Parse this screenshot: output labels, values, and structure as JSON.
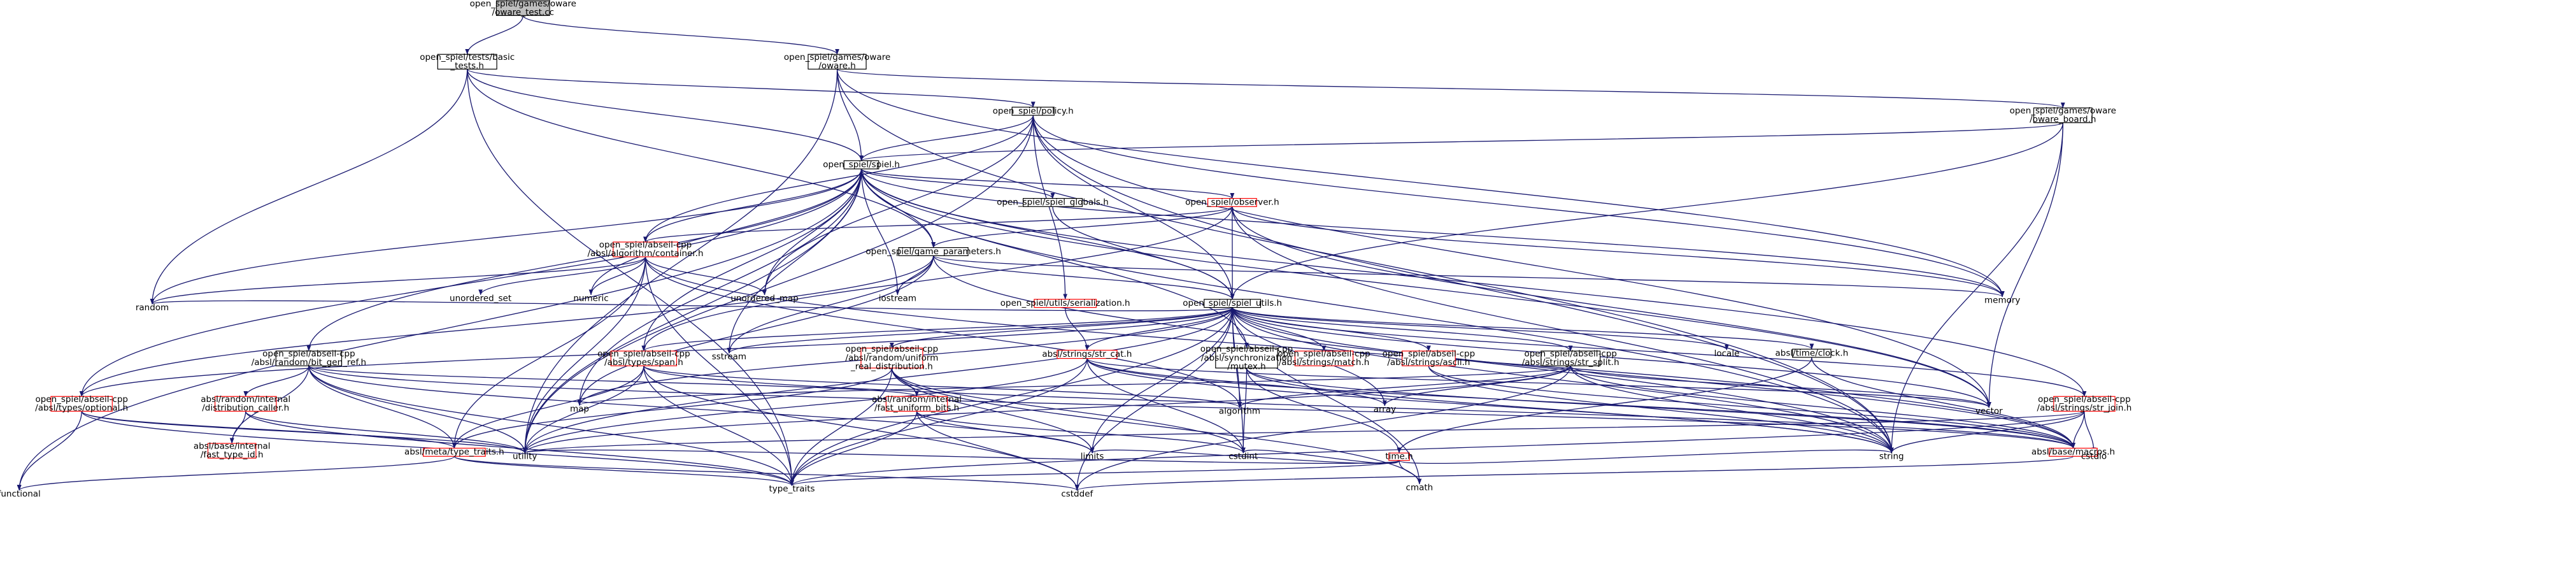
{
  "colors": {
    "edge": "#191970",
    "root_fill": "#bfbfbf",
    "root_border": "#000000",
    "normal_fill": "#ffffff",
    "normal_border": "#000000",
    "missing_border": "#ff0000",
    "plain_text": "#000000"
  },
  "nodes": [
    {
      "id": "root",
      "lines": [
        "open_spiel/games/oware",
        "/oware_test.cc"
      ],
      "kind": "root"
    },
    {
      "id": "basic_tests",
      "lines": [
        "open_spiel/tests/basic",
        "_tests.h"
      ],
      "kind": "normal"
    },
    {
      "id": "oware_h",
      "lines": [
        "open_spiel/games/oware",
        "/oware.h"
      ],
      "kind": "normal"
    },
    {
      "id": "policy",
      "lines": [
        "open_spiel/policy.h"
      ],
      "kind": "normal"
    },
    {
      "id": "oware_board",
      "lines": [
        "open_spiel/games/oware",
        "/oware_board.h"
      ],
      "kind": "normal"
    },
    {
      "id": "spiel",
      "lines": [
        "open_spiel/spiel.h"
      ],
      "kind": "normal"
    },
    {
      "id": "spiel_globals",
      "lines": [
        "open_spiel/spiel_globals.h"
      ],
      "kind": "normal"
    },
    {
      "id": "observer",
      "lines": [
        "open_spiel/observer.h"
      ],
      "kind": "missing"
    },
    {
      "id": "container",
      "lines": [
        "open_spiel/abseil-cpp",
        "/absl/algorithm/container.h"
      ],
      "kind": "missing"
    },
    {
      "id": "game_params",
      "lines": [
        "open_spiel/game_parameters.h"
      ],
      "kind": "normal"
    },
    {
      "id": "serialization",
      "lines": [
        "open_spiel/utils/serialization.h"
      ],
      "kind": "missing"
    },
    {
      "id": "spiel_utils",
      "lines": [
        "open_spiel/spiel_utils.h"
      ],
      "kind": "normal"
    },
    {
      "id": "bit_gen_ref",
      "lines": [
        "open_spiel/abseil-cpp",
        "/absl/random/bit_gen_ref.h"
      ],
      "kind": "normal"
    },
    {
      "id": "span",
      "lines": [
        "open_spiel/abseil-cpp",
        "/absl/types/span.h"
      ],
      "kind": "missing"
    },
    {
      "id": "uniform_real",
      "lines": [
        "open_spiel/abseil-cpp",
        "/absl/random/uniform",
        "_real_distribution.h"
      ],
      "kind": "missing"
    },
    {
      "id": "str_cat",
      "lines": [
        "absl/strings/str_cat.h"
      ],
      "kind": "missing"
    },
    {
      "id": "mutex",
      "lines": [
        "open_spiel/abseil-cpp",
        "/absl/synchronization",
        "/mutex.h"
      ],
      "kind": "normal"
    },
    {
      "id": "str_match",
      "lines": [
        "open_spiel/abseil-cpp",
        "/absl/strings/match.h"
      ],
      "kind": "missing"
    },
    {
      "id": "ascii",
      "lines": [
        "open_spiel/abseil-cpp",
        "/absl/strings/ascii.h"
      ],
      "kind": "missing"
    },
    {
      "id": "str_split",
      "lines": [
        "open_spiel/abseil-cpp",
        "/absl/strings/str_split.h"
      ],
      "kind": "normal"
    },
    {
      "id": "clock",
      "lines": [
        "absl/time/clock.h"
      ],
      "kind": "normal"
    },
    {
      "id": "str_join",
      "lines": [
        "open_spiel/abseil-cpp",
        "/absl/strings/str_join.h"
      ],
      "kind": "missing"
    },
    {
      "id": "optional",
      "lines": [
        "open_spiel/abseil-cpp",
        "/absl/types/optional.h"
      ],
      "kind": "missing"
    },
    {
      "id": "dist_caller",
      "lines": [
        "absl/random/internal",
        "/distribution_caller.h"
      ],
      "kind": "missing"
    },
    {
      "id": "fast_uniform",
      "lines": [
        "absl/random/internal",
        "/fast_uniform_bits.h"
      ],
      "kind": "missing"
    },
    {
      "id": "time_h",
      "lines": [
        "time.h"
      ],
      "kind": "missing"
    },
    {
      "id": "fast_type_id",
      "lines": [
        "absl/base/internal",
        "/fast_type_id.h"
      ],
      "kind": "missing"
    },
    {
      "id": "type_traits_h",
      "lines": [
        "absl/meta/type_traits.h"
      ],
      "kind": "missing"
    },
    {
      "id": "macros",
      "lines": [
        "absl/base/macros.h"
      ],
      "kind": "missing"
    },
    {
      "id": "random",
      "lines": [
        "random"
      ],
      "kind": "plain"
    },
    {
      "id": "unordered_set",
      "lines": [
        "unordered_set"
      ],
      "kind": "plain"
    },
    {
      "id": "numeric",
      "lines": [
        "numeric"
      ],
      "kind": "plain"
    },
    {
      "id": "unordered_map",
      "lines": [
        "unordered_map"
      ],
      "kind": "plain"
    },
    {
      "id": "iostream",
      "lines": [
        "iostream"
      ],
      "kind": "plain"
    },
    {
      "id": "memory",
      "lines": [
        "memory"
      ],
      "kind": "plain"
    },
    {
      "id": "sstream",
      "lines": [
        "sstream"
      ],
      "kind": "plain"
    },
    {
      "id": "locale",
      "lines": [
        "locale"
      ],
      "kind": "plain"
    },
    {
      "id": "map",
      "lines": [
        "map"
      ],
      "kind": "plain"
    },
    {
      "id": "algorithm",
      "lines": [
        "algorithm"
      ],
      "kind": "plain"
    },
    {
      "id": "array",
      "lines": [
        "array"
      ],
      "kind": "plain"
    },
    {
      "id": "vector",
      "lines": [
        "vector"
      ],
      "kind": "plain"
    },
    {
      "id": "utility",
      "lines": [
        "utility"
      ],
      "kind": "plain"
    },
    {
      "id": "limits",
      "lines": [
        "limits"
      ],
      "kind": "plain"
    },
    {
      "id": "cstdint",
      "lines": [
        "cstdint"
      ],
      "kind": "plain"
    },
    {
      "id": "cmath",
      "lines": [
        "cmath"
      ],
      "kind": "plain"
    },
    {
      "id": "string",
      "lines": [
        "string"
      ],
      "kind": "plain"
    },
    {
      "id": "cstdio",
      "lines": [
        "cstdio"
      ],
      "kind": "plain"
    },
    {
      "id": "functional",
      "lines": [
        "functional"
      ],
      "kind": "plain"
    },
    {
      "id": "type_traits",
      "lines": [
        "type_traits"
      ],
      "kind": "plain"
    },
    {
      "id": "cstddef",
      "lines": [
        "cstddef"
      ],
      "kind": "plain"
    }
  ],
  "edges": [
    [
      "root",
      "basic_tests"
    ],
    [
      "root",
      "oware_h"
    ],
    [
      "basic_tests",
      "random"
    ],
    [
      "basic_tests",
      "policy"
    ],
    [
      "basic_tests",
      "spiel"
    ],
    [
      "basic_tests",
      "game_params"
    ],
    [
      "basic_tests",
      "type_traits"
    ],
    [
      "oware_h",
      "spiel"
    ],
    [
      "oware_h",
      "oware_board"
    ],
    [
      "oware_h",
      "memory"
    ],
    [
      "oware_h",
      "string"
    ],
    [
      "oware_h",
      "utility"
    ],
    [
      "policy",
      "spiel"
    ],
    [
      "policy",
      "container"
    ],
    [
      "policy",
      "spiel_utils"
    ],
    [
      "policy",
      "serialization"
    ],
    [
      "policy",
      "memory"
    ],
    [
      "policy",
      "string"
    ],
    [
      "policy",
      "unordered_map"
    ],
    [
      "policy",
      "utility"
    ],
    [
      "policy",
      "vector"
    ],
    [
      "oware_board",
      "spiel"
    ],
    [
      "oware_board",
      "spiel_utils"
    ],
    [
      "oware_board",
      "string"
    ],
    [
      "oware_board",
      "vector"
    ],
    [
      "spiel",
      "spiel_globals"
    ],
    [
      "spiel",
      "observer"
    ],
    [
      "spiel",
      "game_params"
    ],
    [
      "spiel",
      "spiel_utils"
    ],
    [
      "spiel",
      "container"
    ],
    [
      "spiel",
      "bit_gen_ref"
    ],
    [
      "spiel",
      "span"
    ],
    [
      "spiel",
      "optional"
    ],
    [
      "spiel",
      "mutex"
    ],
    [
      "spiel",
      "str_join"
    ],
    [
      "spiel",
      "random"
    ],
    [
      "spiel",
      "numeric"
    ],
    [
      "spiel",
      "unordered_map"
    ],
    [
      "spiel",
      "iostream"
    ],
    [
      "spiel",
      "sstream"
    ],
    [
      "spiel",
      "map"
    ],
    [
      "spiel",
      "memory"
    ],
    [
      "spiel",
      "string"
    ],
    [
      "spiel",
      "vector"
    ],
    [
      "spiel",
      "utility"
    ],
    [
      "spiel",
      "functional"
    ],
    [
      "spiel_globals",
      "spiel_utils"
    ],
    [
      "observer",
      "container"
    ],
    [
      "observer",
      "game_params"
    ],
    [
      "observer",
      "spiel_utils"
    ],
    [
      "observer",
      "span"
    ],
    [
      "observer",
      "memory"
    ],
    [
      "observer",
      "string"
    ],
    [
      "observer",
      "vector"
    ],
    [
      "container",
      "unordered_set"
    ],
    [
      "container",
      "numeric"
    ],
    [
      "container",
      "unordered_map"
    ],
    [
      "container",
      "algorithm"
    ],
    [
      "container",
      "type_traits_h"
    ],
    [
      "container",
      "utility"
    ],
    [
      "container",
      "type_traits"
    ],
    [
      "container",
      "macros"
    ],
    [
      "container",
      "random"
    ],
    [
      "game_params",
      "spiel_utils"
    ],
    [
      "game_params",
      "iostream"
    ],
    [
      "game_params",
      "map"
    ],
    [
      "game_params",
      "sstream"
    ],
    [
      "game_params",
      "string"
    ],
    [
      "game_params",
      "memory"
    ],
    [
      "game_params",
      "optional"
    ],
    [
      "serialization",
      "str_cat"
    ],
    [
      "spiel_utils",
      "random"
    ],
    [
      "spiel_utils",
      "sstream"
    ],
    [
      "spiel_utils",
      "locale"
    ],
    [
      "spiel_utils",
      "algorithm"
    ],
    [
      "spiel_utils",
      "array"
    ],
    [
      "spiel_utils",
      "vector"
    ],
    [
      "spiel_utils",
      "utility"
    ],
    [
      "spiel_utils",
      "cstdint"
    ],
    [
      "spiel_utils",
      "cmath"
    ],
    [
      "spiel_utils",
      "string"
    ],
    [
      "spiel_utils",
      "type_traits"
    ],
    [
      "spiel_utils",
      "cstddef"
    ],
    [
      "spiel_utils",
      "str_cat"
    ],
    [
      "spiel_utils",
      "str_match"
    ],
    [
      "spiel_utils",
      "ascii"
    ],
    [
      "spiel_utils",
      "str_split"
    ],
    [
      "spiel_utils",
      "clock"
    ],
    [
      "spiel_utils",
      "str_join"
    ],
    [
      "spiel_utils",
      "span"
    ],
    [
      "spiel_utils",
      "optional"
    ],
    [
      "spiel_utils",
      "uniform_real"
    ],
    [
      "spiel_utils",
      "macros"
    ],
    [
      "spiel_utils",
      "map"
    ],
    [
      "spiel_utils",
      "limits"
    ],
    [
      "bit_gen_ref",
      "dist_caller"
    ],
    [
      "bit_gen_ref",
      "fast_uniform"
    ],
    [
      "bit_gen_ref",
      "fast_type_id"
    ],
    [
      "bit_gen_ref",
      "type_traits_h"
    ],
    [
      "bit_gen_ref",
      "macros"
    ],
    [
      "bit_gen_ref",
      "limits"
    ],
    [
      "bit_gen_ref",
      "type_traits"
    ],
    [
      "bit_gen_ref",
      "utility"
    ],
    [
      "span",
      "algorithm"
    ],
    [
      "span",
      "type_traits_h"
    ],
    [
      "span",
      "type_traits"
    ],
    [
      "span",
      "utility"
    ],
    [
      "span",
      "cstddef"
    ],
    [
      "span",
      "macros"
    ],
    [
      "uniform_real",
      "fast_uniform"
    ],
    [
      "uniform_real",
      "cmath"
    ],
    [
      "uniform_real",
      "cstdint"
    ],
    [
      "uniform_real",
      "limits"
    ],
    [
      "uniform_real",
      "type_traits"
    ],
    [
      "uniform_real",
      "type_traits_h"
    ],
    [
      "str_cat",
      "array"
    ],
    [
      "str_cat",
      "cstdint"
    ],
    [
      "str_cat",
      "string"
    ],
    [
      "str_cat",
      "type_traits"
    ],
    [
      "str_cat",
      "vector"
    ],
    [
      "str_cat",
      "macros"
    ],
    [
      "str_cat",
      "utility"
    ],
    [
      "mutex",
      "cstdint"
    ],
    [
      "mutex",
      "string"
    ],
    [
      "mutex",
      "time_h"
    ],
    [
      "mutex",
      "macros"
    ],
    [
      "ascii",
      "string"
    ],
    [
      "ascii",
      "macros"
    ],
    [
      "str_split",
      "algorithm"
    ],
    [
      "str_split",
      "map"
    ],
    [
      "str_split",
      "array"
    ],
    [
      "str_split",
      "string"
    ],
    [
      "str_split",
      "vector"
    ],
    [
      "str_split",
      "utility"
    ],
    [
      "str_split",
      "cstddef"
    ],
    [
      "str_split",
      "macros"
    ],
    [
      "clock",
      "macros"
    ],
    [
      "clock",
      "time_h"
    ],
    [
      "str_join",
      "cstdio"
    ],
    [
      "str_join",
      "string"
    ],
    [
      "str_join",
      "macros"
    ],
    [
      "str_join",
      "type_traits"
    ],
    [
      "str_join",
      "utility"
    ],
    [
      "optional",
      "functional"
    ],
    [
      "optional",
      "type_traits_h"
    ],
    [
      "optional",
      "utility"
    ],
    [
      "optional",
      "type_traits"
    ],
    [
      "dist_caller",
      "utility"
    ],
    [
      "dist_caller",
      "fast_type_id"
    ],
    [
      "dist_caller",
      "type_traits"
    ],
    [
      "fast_uniform",
      "cstddef"
    ],
    [
      "fast_uniform",
      "cstdint"
    ],
    [
      "fast_uniform",
      "limits"
    ],
    [
      "fast_uniform",
      "type_traits"
    ],
    [
      "time_h",
      "cmath"
    ],
    [
      "time_h",
      "cstdint"
    ],
    [
      "time_h",
      "limits"
    ],
    [
      "time_h",
      "string"
    ],
    [
      "time_h",
      "utility"
    ],
    [
      "time_h",
      "type_traits"
    ],
    [
      "type_traits_h",
      "cstddef"
    ],
    [
      "type_traits_h",
      "functional"
    ],
    [
      "type_traits_h",
      "type_traits"
    ],
    [
      "macros",
      "cstddef"
    ]
  ]
}
